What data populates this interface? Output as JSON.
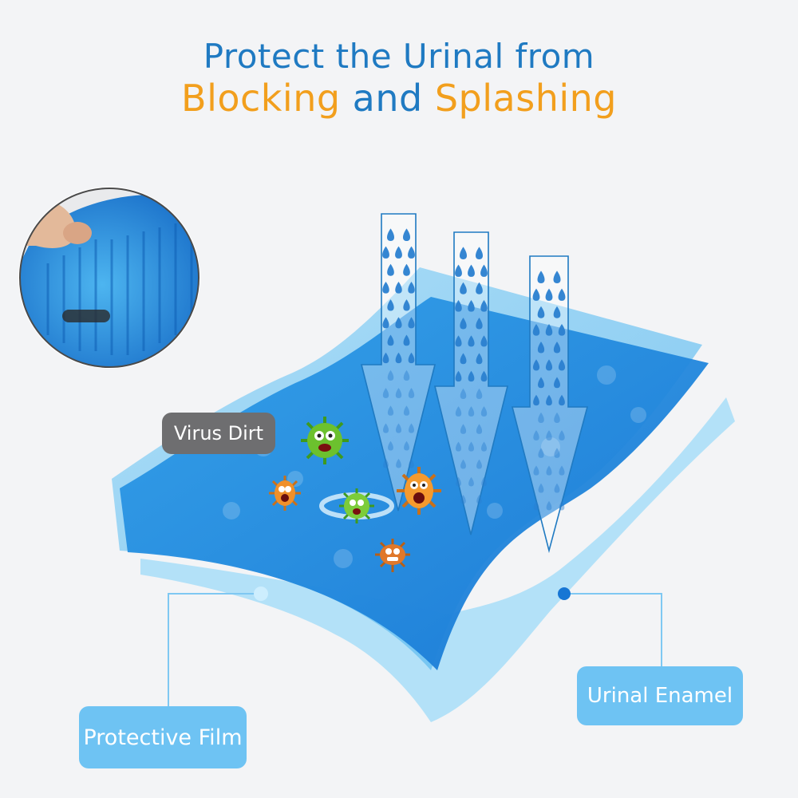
{
  "headline": {
    "line1": "Protect the Urinal from",
    "line2_part1": "Blocking",
    "line2_part2": " and ",
    "line2_part3": "Splashing"
  },
  "labels": {
    "virus_dirt": "Virus Dirt",
    "protective_film": "Protective Film",
    "urinal_enamel": "Urinal Enamel"
  },
  "colors": {
    "headline_blue": "#1f7ac2",
    "headline_orange": "#f29f1d",
    "label_blue": "#6ec3f3",
    "label_gray": "#6e6e70",
    "background": "#f3f4f6"
  },
  "icons": [
    "water-drop-arrow-icon",
    "germ-icon",
    "callout-dot-icon"
  ]
}
